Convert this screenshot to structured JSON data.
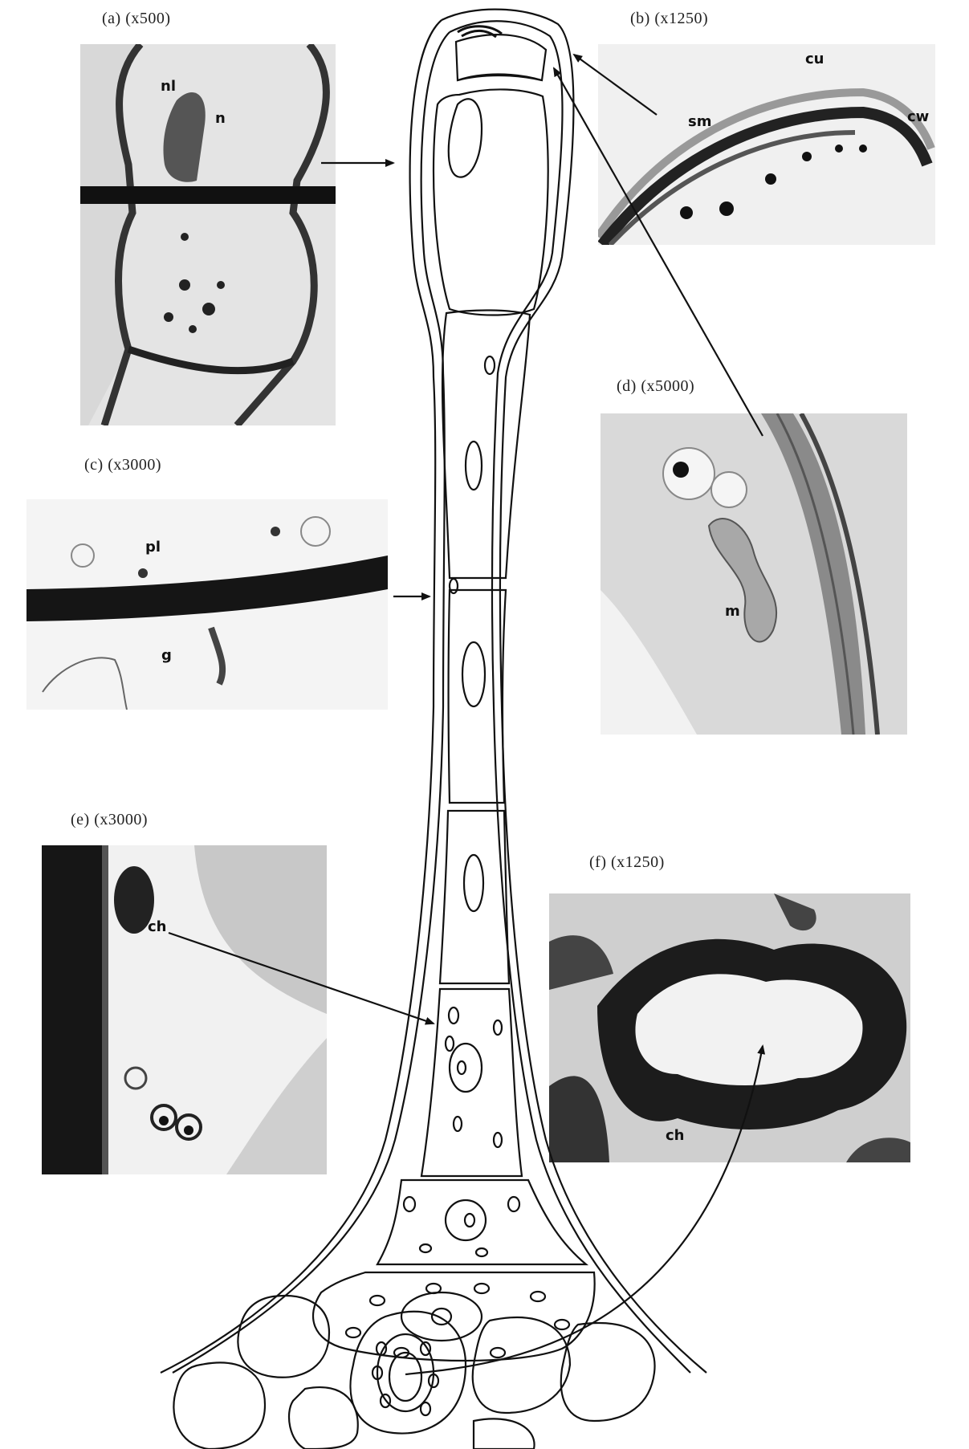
{
  "figure": {
    "panels": [
      {
        "id": "a",
        "caption": "(a)  (x500)",
        "labels": [
          "nl",
          "n"
        ]
      },
      {
        "id": "b",
        "caption": "(b)  (x1250)",
        "labels": [
          "sm",
          "cu",
          "cw"
        ]
      },
      {
        "id": "c",
        "caption": "(c)   (x3000)",
        "labels": [
          "pl",
          "g"
        ]
      },
      {
        "id": "d",
        "caption": "(d)  (x5000)",
        "labels": [
          "m"
        ]
      },
      {
        "id": "e",
        "caption": "(e)  (x3000)",
        "labels": [
          "ch"
        ]
      },
      {
        "id": "f",
        "caption": "(f)  (x1250)",
        "labels": [
          "ch"
        ]
      }
    ]
  }
}
